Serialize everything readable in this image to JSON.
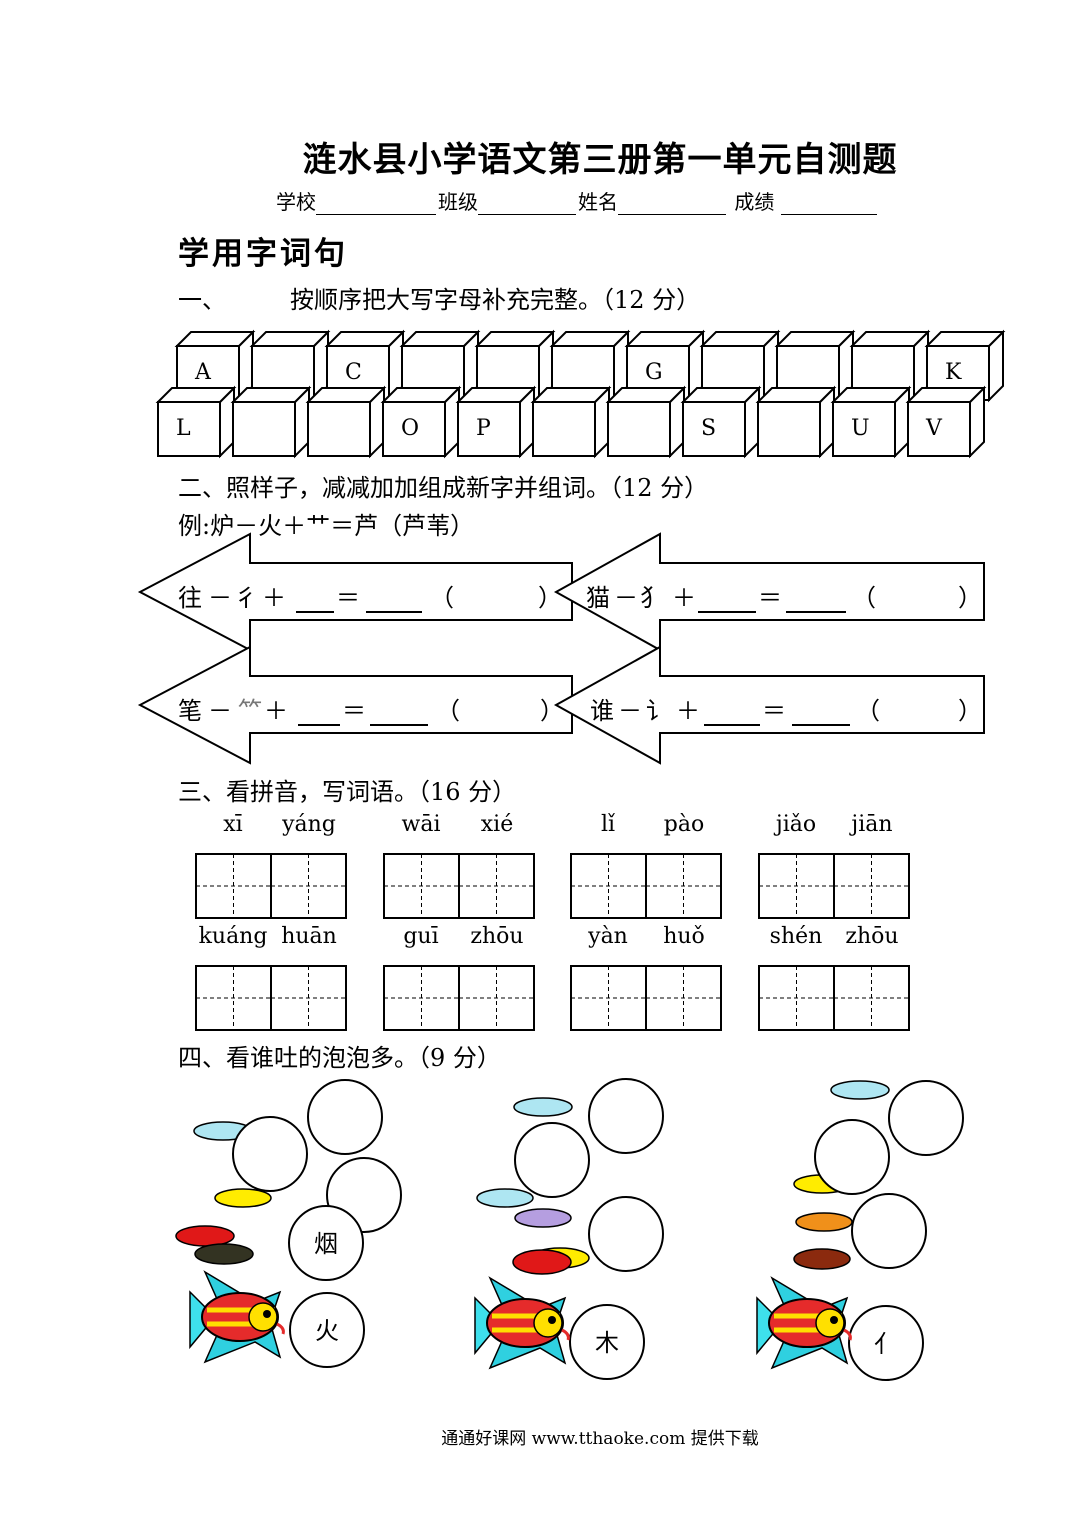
{
  "title": "涟水县小学语文第三册第一单元自测题",
  "info": {
    "school": "学校",
    "class": "班级",
    "name": "姓名",
    "score": "成绩"
  },
  "section_head": "学用字词句",
  "q1": {
    "num": "一、",
    "text": "按顺序把大写字母补充完整。（12 分）",
    "row1": [
      "A",
      "",
      "C",
      "",
      "",
      "",
      "G",
      "",
      "",
      "",
      "K"
    ],
    "row2": [
      "L",
      "",
      "",
      "O",
      "P",
      "",
      "",
      "S",
      "",
      "U",
      "V"
    ]
  },
  "q2": {
    "text": "二、照样子，减减加加组成新字并组词。（12 分）",
    "example": "例:炉－火＋艹＝芦（芦苇）",
    "items": [
      {
        "word": "往",
        "minus": "彳",
        "plus": "＋",
        "eq": "＝"
      },
      {
        "word": "猫",
        "minus": "犭",
        "plus": "＋",
        "eq": "＝"
      },
      {
        "word": "笔",
        "minus": "⺮",
        "plus": "＋",
        "eq": "＝"
      },
      {
        "word": "谁",
        "minus": "讠",
        "plus": "＋",
        "eq": "＝"
      }
    ]
  },
  "q3": {
    "text": "三、看拼音，写词语。（16 分）",
    "row1": [
      [
        "xī",
        "yáng"
      ],
      [
        "wāi",
        "xié"
      ],
      [
        "lǐ",
        "pào"
      ],
      [
        "jiǎo",
        "jiān"
      ]
    ],
    "row2": [
      [
        "kuáng",
        "huān"
      ],
      [
        "guī",
        "zhōu"
      ],
      [
        "yàn",
        "huǒ"
      ],
      [
        "shén",
        "zhōu"
      ]
    ]
  },
  "q4": {
    "text": "四、看谁吐的泡泡多。（9 分）",
    "groups": [
      {
        "label_top": "烟",
        "label_bottom": "火"
      },
      {
        "label_top": "",
        "label_bottom": "木"
      },
      {
        "label_top": "",
        "label_bottom": "亻"
      }
    ]
  },
  "footer": "通通好课网  www.tthaoke.com  提供下载"
}
